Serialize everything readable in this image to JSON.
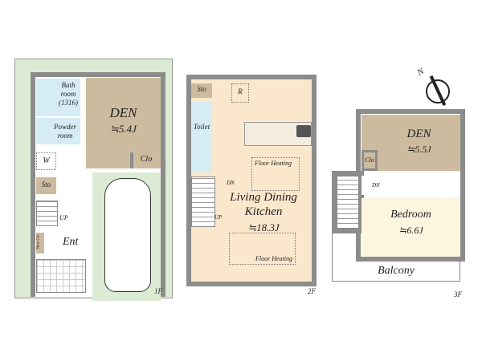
{
  "floor1": {
    "label": "1F",
    "bath": "Bath room (1316)",
    "powder": "Powder room",
    "den": "DEN",
    "den_size": "≒5.4J",
    "clo": "Clo",
    "w": "W",
    "sto": "Sto",
    "up": "UP",
    "ent": "Ent",
    "shoe": "Shoe Clo"
  },
  "floor2": {
    "label": "2F",
    "sto": "Sto",
    "r": "R",
    "toilet": "Toilet",
    "dn": "DN",
    "up": "UP",
    "ldk1": "Living Dining",
    "ldk2": "Kitchen",
    "ldk_size": "≒18.3J",
    "heat1": "Floor Heating",
    "heat2": "Floor Heating"
  },
  "floor3": {
    "label": "3F",
    "den": "DEN",
    "den_size": "≒5.5J",
    "clo": "Clo",
    "dn": "DN",
    "bedroom": "Bedroom",
    "bed_size": "≒6.6J",
    "balcony": "Balcony"
  },
  "compass": {
    "n": "N"
  }
}
